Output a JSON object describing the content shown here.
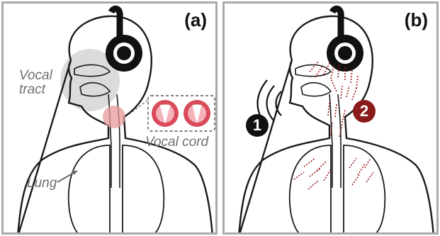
{
  "panel_a": {
    "label": "(a)",
    "vocal_tract_line1": "Vocal",
    "vocal_tract_line2": "tract",
    "vocal_cord": "Vocal cord",
    "lung": "Lung"
  },
  "panel_b": {
    "label": "(b)",
    "badge_1": "1",
    "badge_2": "2"
  },
  "colors": {
    "outline": "#1a1a1a",
    "highlight_gray": "#c8c8c8",
    "highlight_red": "#e8a0a0",
    "arrow_red": "#9b1c1c",
    "frame": "#a9a9a9"
  }
}
